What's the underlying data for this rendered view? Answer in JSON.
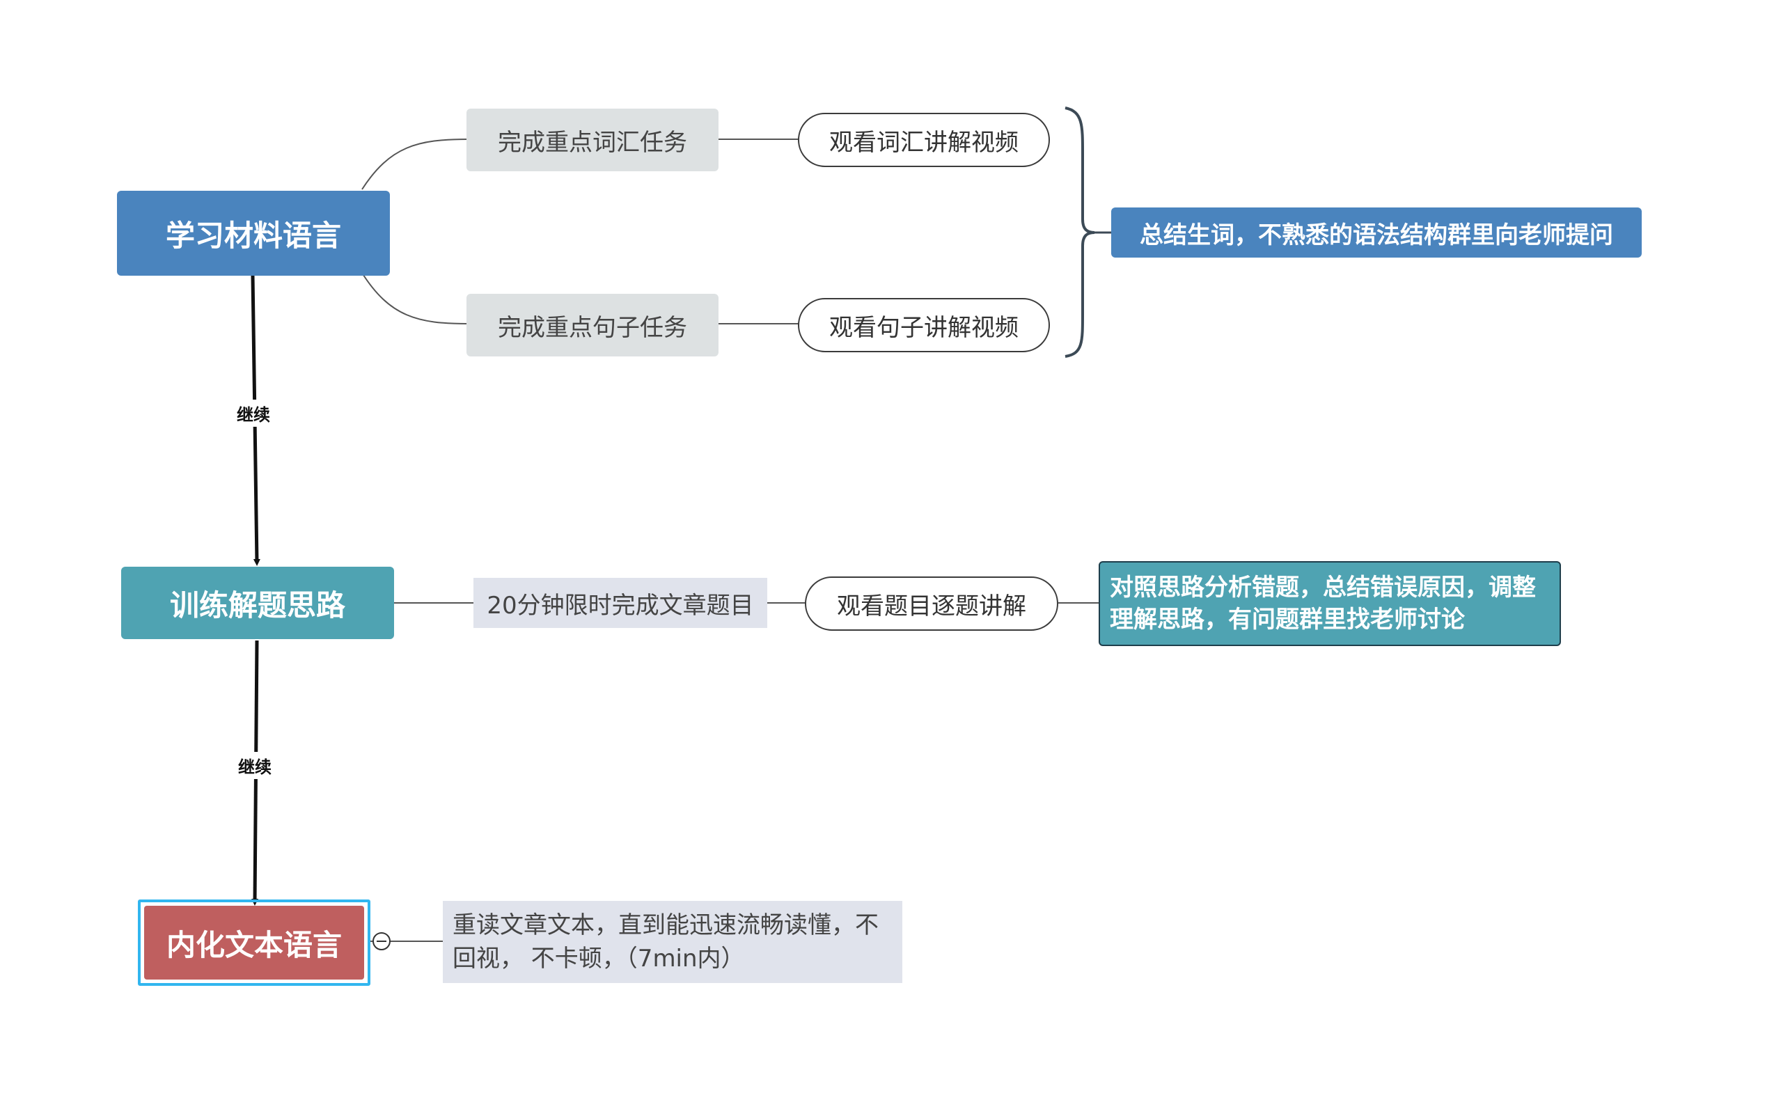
{
  "main_topics": {
    "t1": "学习材料语言",
    "t2": "训练解题思路",
    "t3": "内化文本语言"
  },
  "branches": {
    "b1": "完成重点词汇任务",
    "b2": "完成重点句子任务",
    "b3": "20分钟限时完成文章题目",
    "b4": "重读文章文本，直到能迅速流畅读懂，不回视， 不卡顿，（7min内）"
  },
  "leaves": {
    "l1": "观看词汇讲解视频",
    "l2": "观看句子讲解视频",
    "l3": "观看题目逐题讲解"
  },
  "summaries": {
    "s1": "总结生词，不熟悉的语法结构群里向老师提问",
    "s2": "对照思路分析错题，总结错误原因，调整理解思路，有问题群里找老师讨论"
  },
  "relations": {
    "r1": "继续",
    "r2": "继续"
  },
  "colors": {
    "main_blue": "#4a84be",
    "main_teal": "#4fa3b2",
    "main_red": "#bf5f5f",
    "selection": "#31b6ef",
    "sub_grey": "#dde1e2"
  }
}
